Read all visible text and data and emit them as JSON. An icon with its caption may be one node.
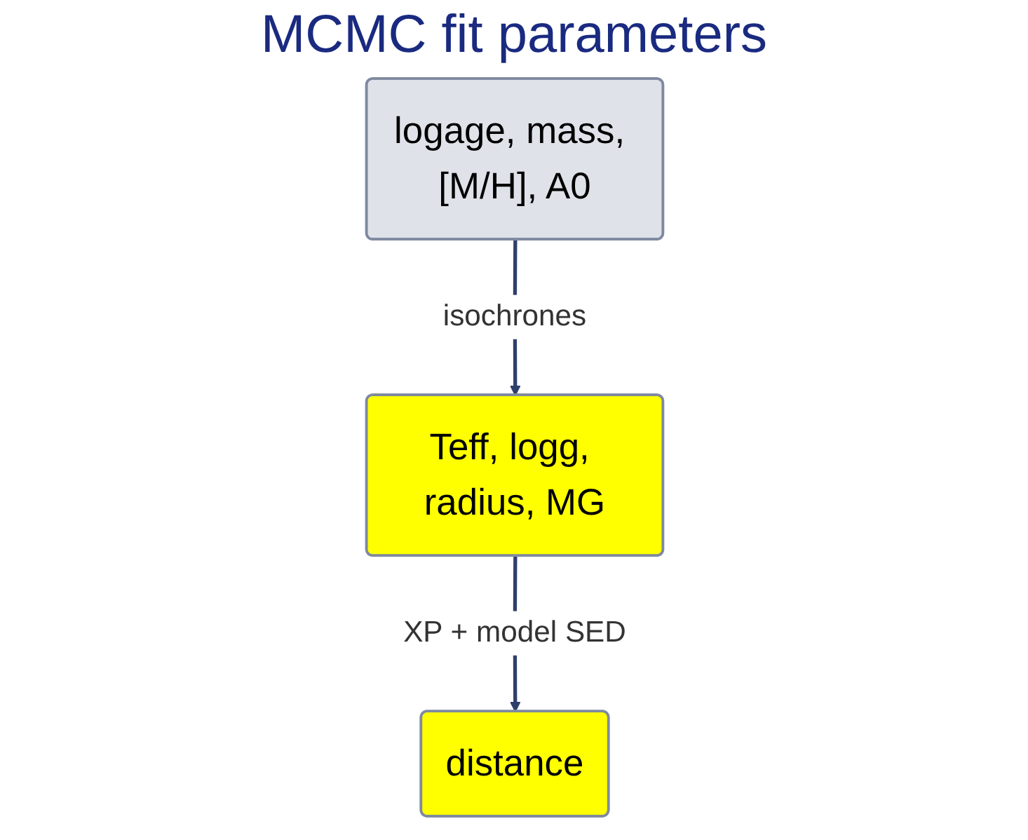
{
  "diagram": {
    "title": "MCMC fit parameters",
    "nodes": [
      {
        "text": [
          "logage, mass, [M/H], A0"
        ]
      },
      {
        "text": [
          "Teff, logg, radius, MG"
        ]
      },
      {
        "text": [
          "distance"
        ]
      }
    ],
    "edges": [
      {
        "from": 0,
        "to": 1,
        "arrow": "to",
        "label": "isochrones"
      },
      {
        "from": 1,
        "to": 2,
        "arrow": "to",
        "label": "XP + model SED"
      }
    ]
  }
}
